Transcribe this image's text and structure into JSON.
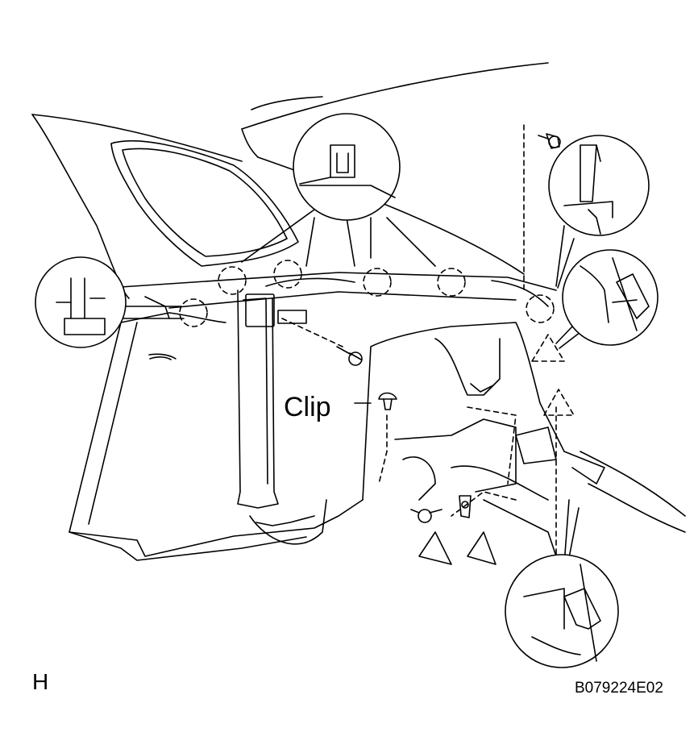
{
  "labels": {
    "clip": "Clip",
    "view": "H",
    "reference": "B079224E02"
  },
  "colors": {
    "ink": "#000000",
    "paper": "#ffffff"
  }
}
